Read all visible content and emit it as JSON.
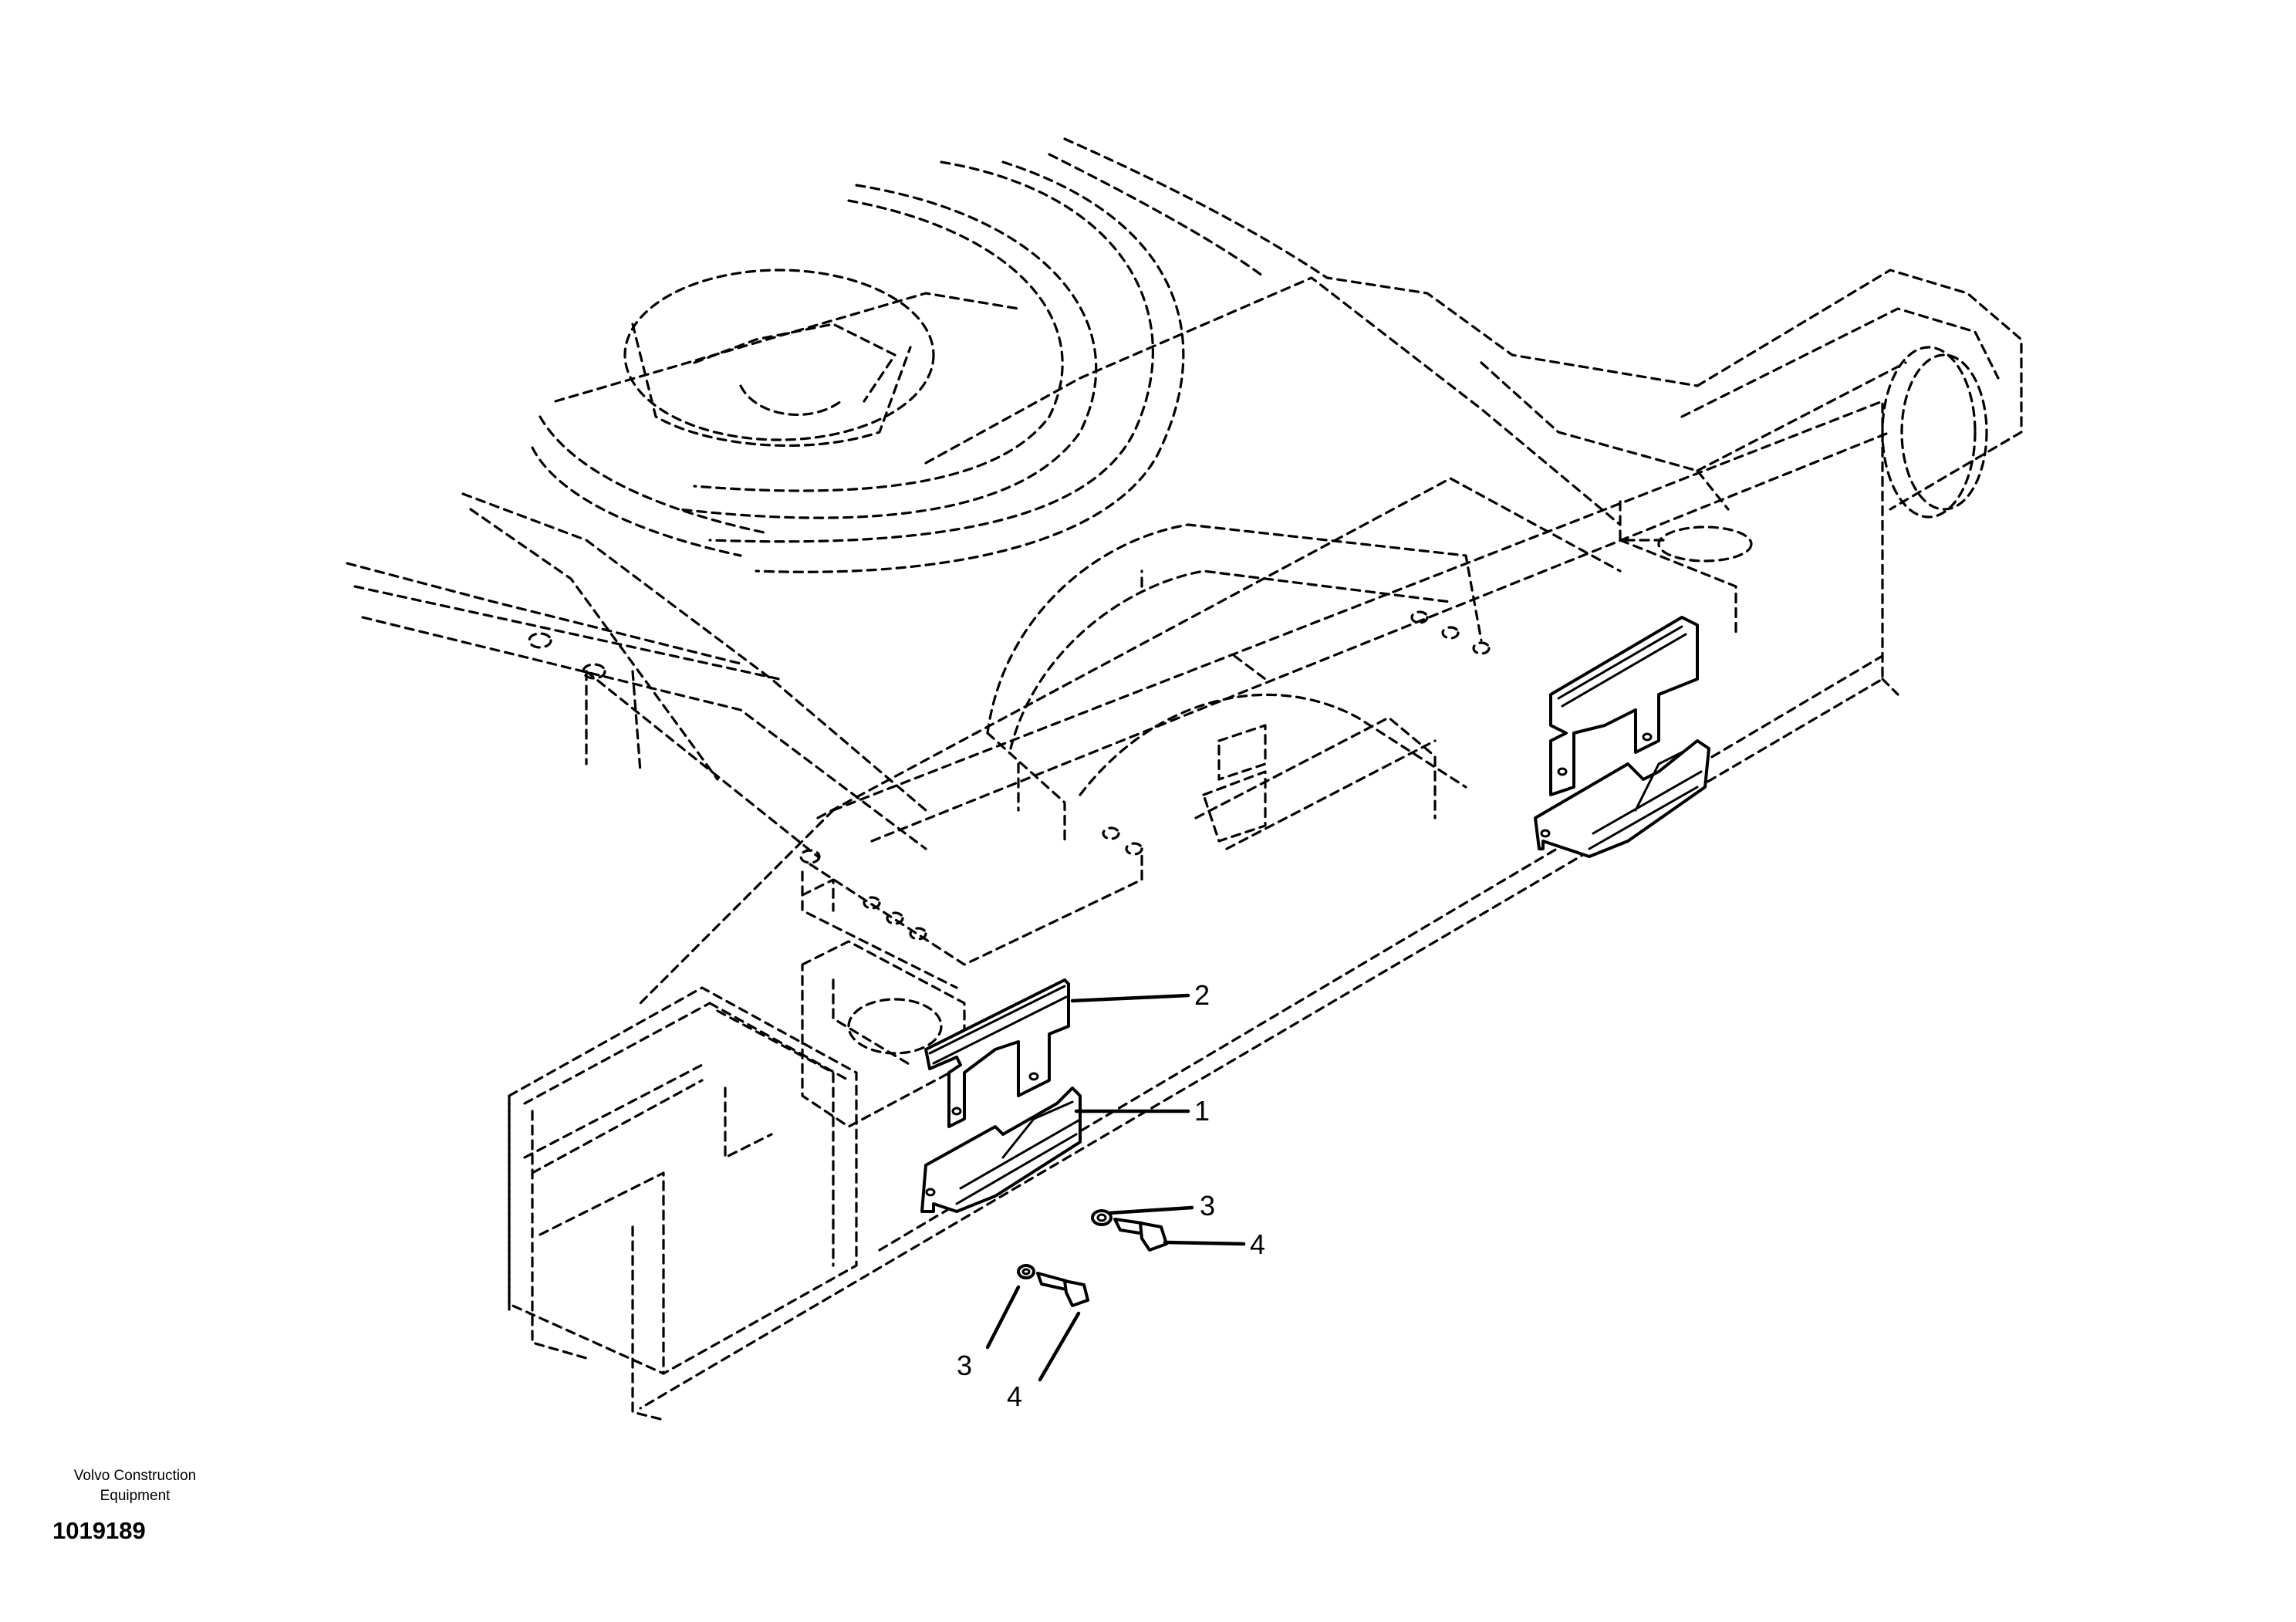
{
  "callouts": {
    "c1": "1",
    "c2": "2",
    "c3a": "3",
    "c3b": "3",
    "c4a": "4",
    "c4b": "4"
  },
  "footer": {
    "company_line1": "Volvo Construction",
    "company_line2": "Equipment",
    "drawing_number": "1019189"
  }
}
